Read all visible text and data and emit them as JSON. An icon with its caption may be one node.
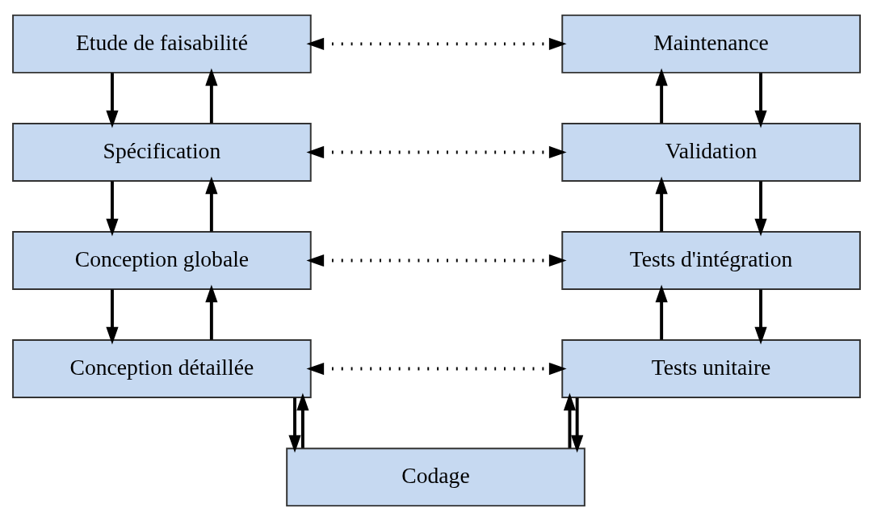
{
  "diagram": {
    "nodes": [
      {
        "text": [
          "Etude de faisabilité"
        ]
      },
      {
        "text": [
          "Spécification"
        ]
      },
      {
        "text": [
          "Conception globale"
        ]
      },
      {
        "text": [
          "Conception détaillée"
        ]
      },
      {
        "text": [
          "Codage"
        ]
      },
      {
        "text": [
          "Tests unitaire"
        ]
      },
      {
        "text": [
          "Tests d'intégration"
        ]
      },
      {
        "text": [
          "Validation"
        ]
      },
      {
        "text": [
          "Maintenance"
        ]
      }
    ],
    "edges": [
      {
        "from": 0,
        "to": 8,
        "arrow": "both",
        "style": "dashed"
      },
      {
        "from": 1,
        "to": 7,
        "arrow": "both",
        "style": "dashed"
      },
      {
        "from": 2,
        "to": 6,
        "arrow": "both",
        "style": "dashed"
      },
      {
        "from": 3,
        "to": 5,
        "arrow": "both",
        "style": "dashed"
      },
      {
        "from": 0,
        "to": 1,
        "arrow": "to"
      },
      {
        "from": 1,
        "to": 0,
        "arrow": "to"
      },
      {
        "from": 1,
        "to": 2,
        "arrow": "to"
      },
      {
        "from": 2,
        "to": 1,
        "arrow": "to"
      },
      {
        "from": 2,
        "to": 3,
        "arrow": "to"
      },
      {
        "from": 3,
        "to": 2,
        "arrow": "to"
      },
      {
        "from": 3,
        "to": 4,
        "arrow": "to"
      },
      {
        "from": 4,
        "to": 3,
        "arrow": "to"
      },
      {
        "from": 4,
        "to": 5,
        "arrow": "to"
      },
      {
        "from": 5,
        "to": 4,
        "arrow": "to"
      },
      {
        "from": 5,
        "to": 6,
        "arrow": "to"
      },
      {
        "from": 6,
        "to": 5,
        "arrow": "to"
      },
      {
        "from": 6,
        "to": 7,
        "arrow": "to"
      },
      {
        "from": 7,
        "to": 6,
        "arrow": "to"
      },
      {
        "from": 7,
        "to": 8,
        "arrow": "to"
      },
      {
        "from": 8,
        "to": 7,
        "arrow": "to"
      }
    ]
  }
}
